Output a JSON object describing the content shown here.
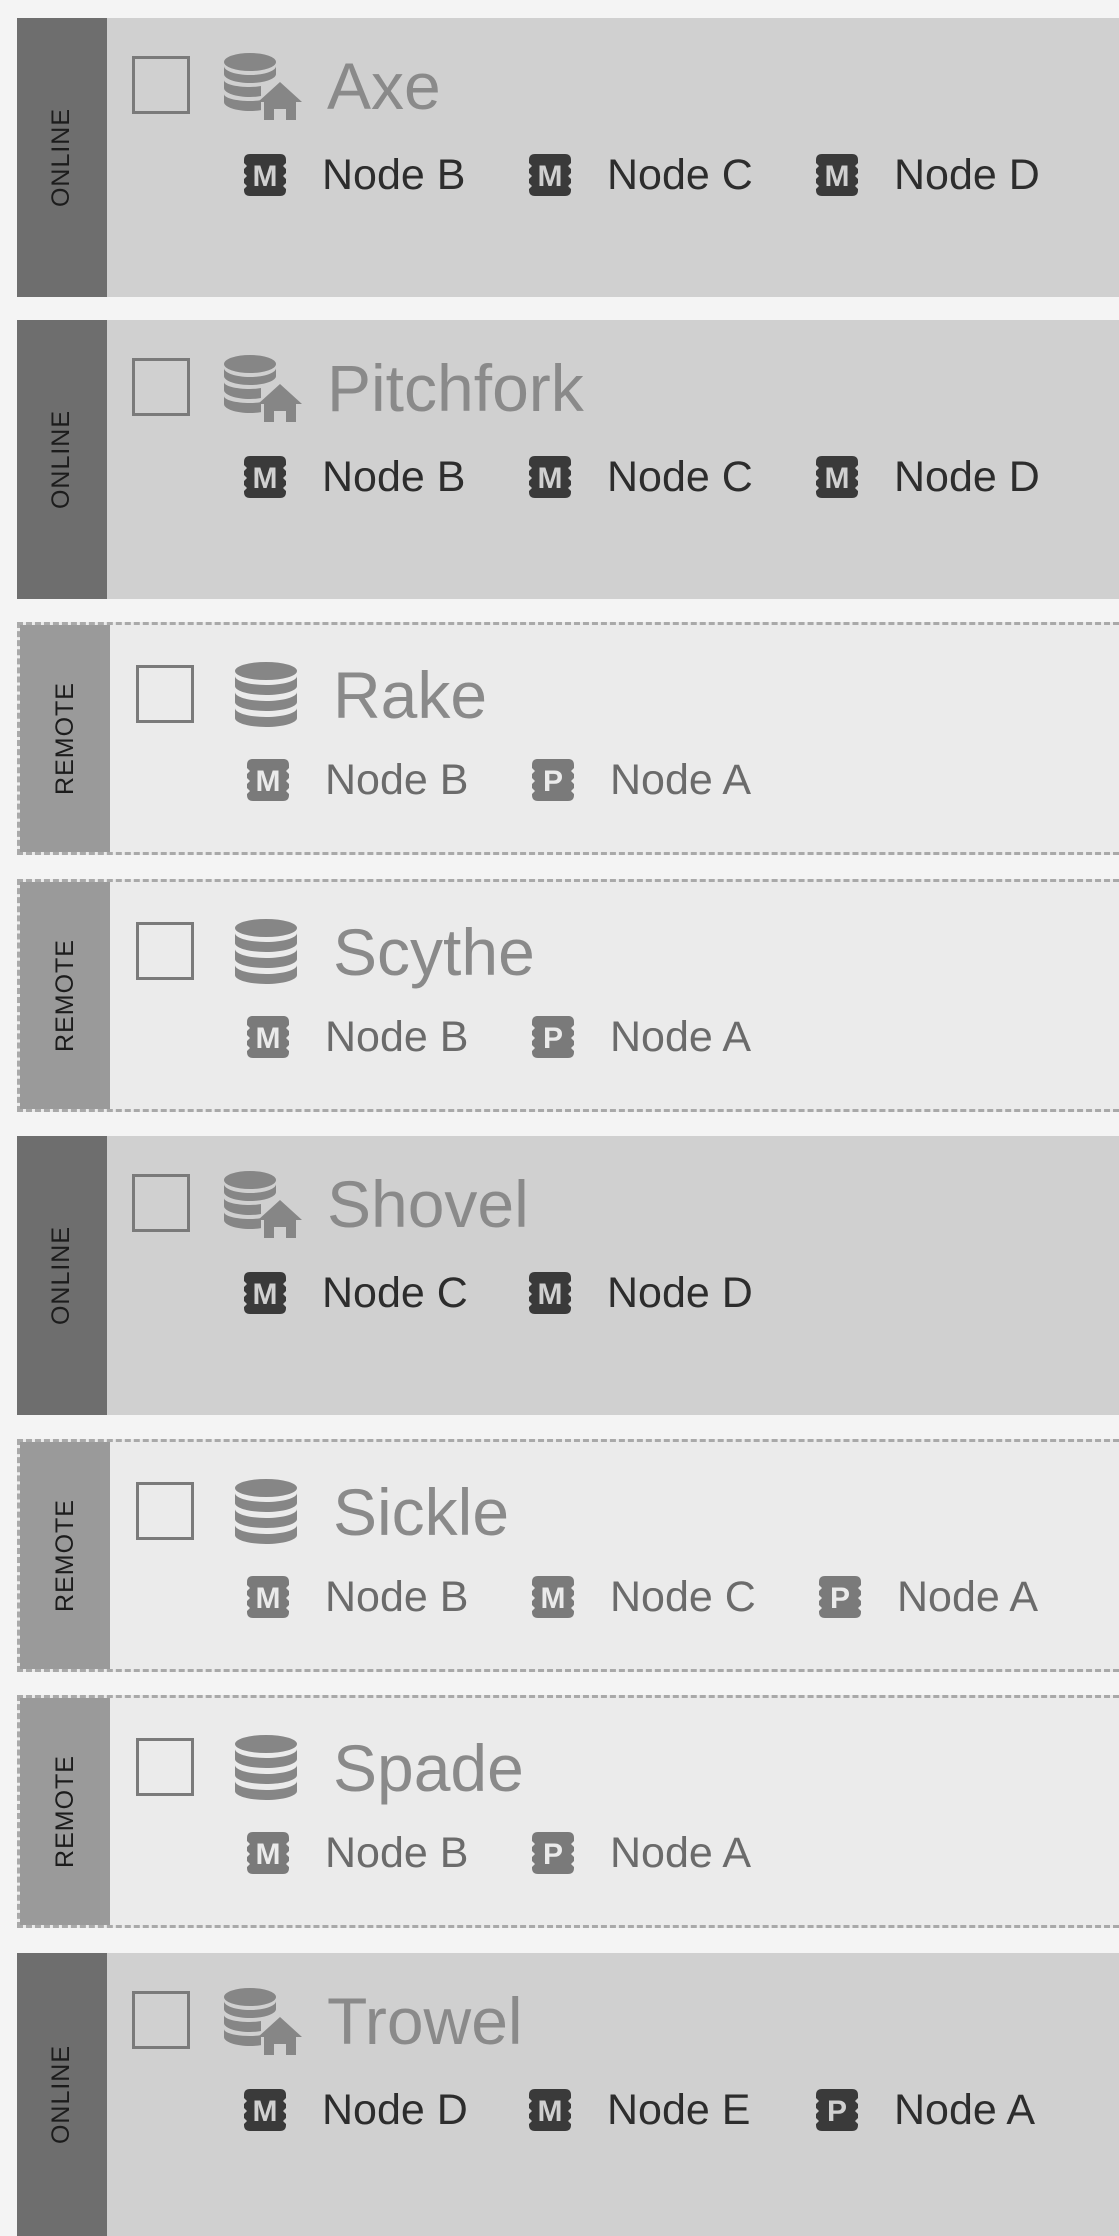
{
  "colors": {
    "online_bg": "#d0d0d0",
    "online_strip": "#6e6e6e",
    "remote_bg": "#ebebeb",
    "remote_strip": "#9a9a9a",
    "title_text": "#8a8a8a"
  },
  "items": [
    {
      "name": "Axe",
      "status": "ONLINE",
      "icon": "database-home-icon",
      "nodes": [
        {
          "label": "Node B",
          "type": "M"
        },
        {
          "label": "Node C",
          "type": "M"
        },
        {
          "label": "Node D",
          "type": "M"
        }
      ]
    },
    {
      "name": "Pitchfork",
      "status": "ONLINE",
      "icon": "database-home-icon",
      "nodes": [
        {
          "label": "Node B",
          "type": "M"
        },
        {
          "label": "Node C",
          "type": "M"
        },
        {
          "label": "Node D",
          "type": "M"
        }
      ]
    },
    {
      "name": "Rake",
      "status": "REMOTE",
      "icon": "database-icon",
      "nodes": [
        {
          "label": "Node B",
          "type": "M"
        },
        {
          "label": "Node A",
          "type": "P"
        }
      ]
    },
    {
      "name": "Scythe",
      "status": "REMOTE",
      "icon": "database-icon",
      "nodes": [
        {
          "label": "Node B",
          "type": "M"
        },
        {
          "label": "Node A",
          "type": "P"
        }
      ]
    },
    {
      "name": "Shovel",
      "status": "ONLINE",
      "icon": "database-home-icon",
      "nodes": [
        {
          "label": "Node C",
          "type": "M"
        },
        {
          "label": "Node D",
          "type": "M"
        }
      ]
    },
    {
      "name": "Sickle",
      "status": "REMOTE",
      "icon": "database-icon",
      "nodes": [
        {
          "label": "Node B",
          "type": "M"
        },
        {
          "label": "Node C",
          "type": "M"
        },
        {
          "label": "Node A",
          "type": "P"
        }
      ]
    },
    {
      "name": "Spade",
      "status": "REMOTE",
      "icon": "database-icon",
      "nodes": [
        {
          "label": "Node B",
          "type": "M"
        },
        {
          "label": "Node A",
          "type": "P"
        }
      ]
    },
    {
      "name": "Trowel",
      "status": "ONLINE",
      "icon": "database-home-icon",
      "nodes": [
        {
          "label": "Node D",
          "type": "M"
        },
        {
          "label": "Node E",
          "type": "M"
        },
        {
          "label": "Node A",
          "type": "P"
        }
      ]
    }
  ]
}
